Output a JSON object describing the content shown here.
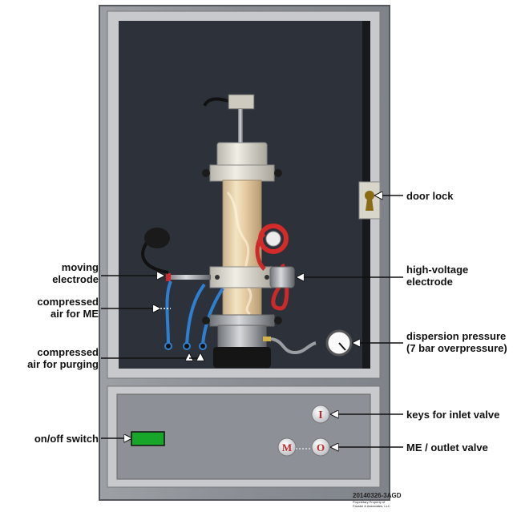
{
  "labels": {
    "moving_electrode": [
      "moving",
      "electrode"
    ],
    "compressed_air_me": [
      "compressed",
      "air for ME"
    ],
    "compressed_air_purging": [
      "compressed",
      "air for purging"
    ],
    "on_off_switch": "on/off switch",
    "door_lock": "door lock",
    "high_voltage_electrode": [
      "high-voltage",
      "electrode"
    ],
    "dispersion_pressure": [
      "dispersion pressure",
      "(7 bar overpressure)"
    ],
    "keys_inlet_valve": "keys for inlet valve",
    "me_outlet_valve": "ME / outlet valve"
  },
  "keys": {
    "inlet": "I",
    "me": "M",
    "outlet": "O"
  },
  "footer": {
    "id": "20140326-3AGD",
    "line1": "Proprietary Property of",
    "line2": "Fauske & Associates, LLC"
  },
  "colors": {
    "cabinet": "#8f9399",
    "window": "#2d323a",
    "switch_green": "#17a52a",
    "key_red": "#c0282a",
    "tube_blue": "#2f7fd0"
  }
}
